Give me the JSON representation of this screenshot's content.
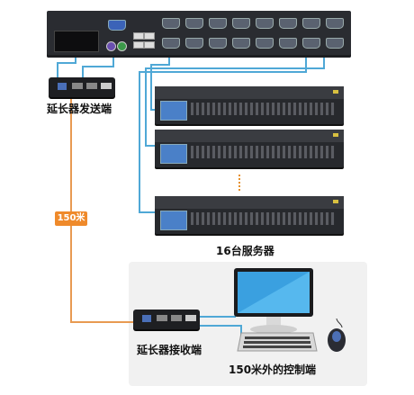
{
  "labels": {
    "sender": "延长器发送端",
    "servers": "16台服务器",
    "receiver": "延长器接收端",
    "console": "150米外的控制端"
  },
  "distance_badge": "150米",
  "colors": {
    "cable_blue": "#4fa8d6",
    "cable_orange": "#e89a52",
    "badge_orange": "#ef8a2b",
    "panel_gray": "#f1f1f1"
  },
  "icons": [
    "kvm-switch-icon",
    "extender-icon",
    "server-icon",
    "monitor-icon",
    "keyboard-icon",
    "mouse-icon"
  ]
}
